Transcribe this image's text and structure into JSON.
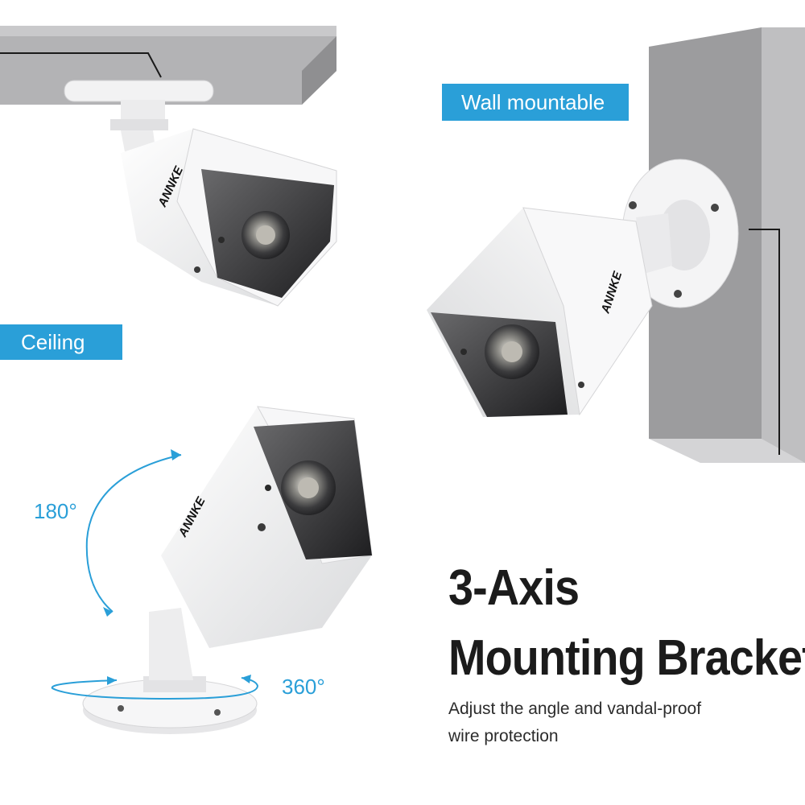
{
  "labels": {
    "wall": "Wall mountable",
    "ceiling": "Ceiling"
  },
  "brand": "ANNKE",
  "rotation": {
    "vertical": "180°",
    "horizontal": "360°"
  },
  "headline": {
    "line1": "3-Axis",
    "line2": "Mounting Bracket"
  },
  "description": {
    "line1": "Adjust the angle and vandal-proof",
    "line2": "wire protection"
  },
  "colors": {
    "accent": "#2a9fd8",
    "text": "#1b1b1b",
    "wall_gray": "#9a9a9c",
    "ceiling_gray": "#a9a9ab"
  }
}
